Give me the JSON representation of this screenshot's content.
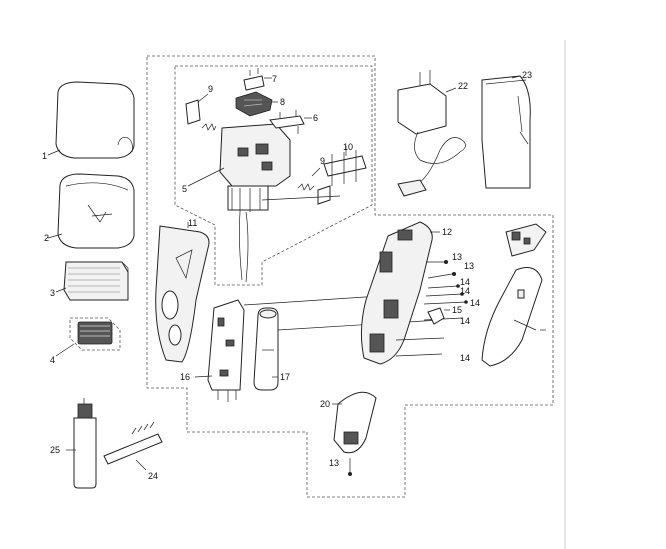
{
  "labels": {
    "p1": "1",
    "p2": "2",
    "p3": "3",
    "p4": "4",
    "p5": "5",
    "p6": "6",
    "p7": "7",
    "p8": "8",
    "p9a": "9",
    "p9b": "9",
    "p10": "10",
    "p11": "11",
    "p12": "12",
    "p13a": "13",
    "p13b": "13",
    "p13c": "13",
    "p14a": "14",
    "p14b": "14",
    "p14c": "14",
    "p14d": "14",
    "p14e": "14",
    "p15": "15",
    "p16": "16",
    "p17": "17",
    "p20": "20",
    "p22": "22",
    "p23": "23",
    "p24": "24",
    "p25": "25"
  }
}
